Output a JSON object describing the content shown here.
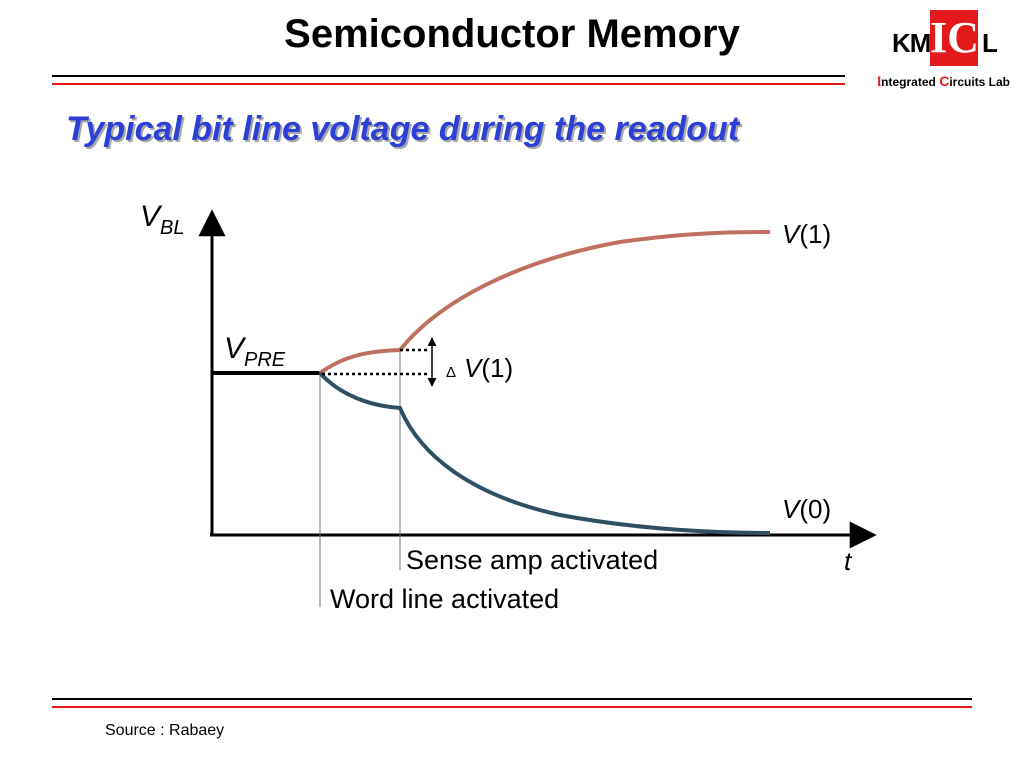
{
  "header": {
    "title": "Semiconductor Memory",
    "subtitle": "Typical bit line voltage during the readout"
  },
  "logo": {
    "mark_left": "KM",
    "mark_center": "IC",
    "mark_right": "L",
    "sub_i": "I",
    "sub_ntegrated": "ntegrated ",
    "sub_c": "C",
    "sub_ircuits": "ircuits Lab"
  },
  "diagram": {
    "y_axis_var": "V",
    "y_axis_sub": "BL",
    "x_axis_var": "t",
    "vpre_var": "V",
    "vpre_sub": "PRE",
    "v1_var": "V",
    "v1_arg": "(1)",
    "v0_var": "V",
    "v0_arg": "(0)",
    "delta_symbol": "Δ",
    "delta_var": "V",
    "delta_arg": "(1)",
    "sense_amp_label": "Sense amp activated",
    "word_line_label": "Word line activated",
    "colors": {
      "v1_curve": "#c07060",
      "v0_curve": "#2f4f63",
      "axis": "#000000",
      "rule_red": "#e3191c",
      "rule_black": "#000000"
    }
  },
  "footer": {
    "source": "Source : Rabaey"
  }
}
